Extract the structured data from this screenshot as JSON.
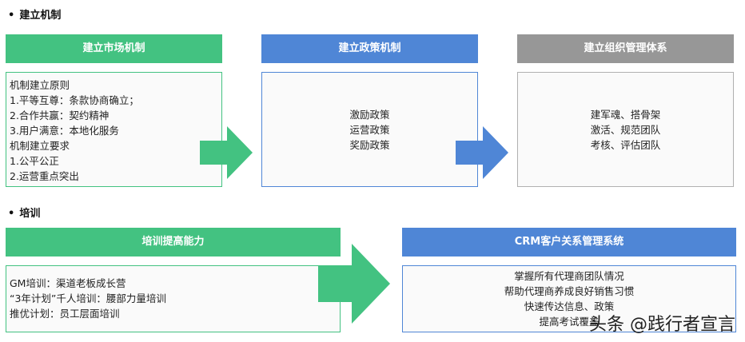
{
  "sections": [
    {
      "title": "建立机制"
    },
    {
      "title": "培训"
    }
  ],
  "cards": {
    "market": {
      "header": "建立市场机制",
      "lines": [
        "机制建立原则",
        "1.平等互尊：条款协商确立；",
        "2.合作共赢：契约精神",
        "3.用户满意：本地化服务",
        "机制建立要求",
        "1.公平公正",
        "2.运营重点突出"
      ]
    },
    "policy": {
      "header": "建立政策机制",
      "lines": [
        "激励政策",
        "运营政策",
        "奖励政策"
      ]
    },
    "org": {
      "header": "建立组织管理体系",
      "lines": [
        "建军魂、搭骨架",
        "激活、规范团队",
        "考核、评估团队"
      ]
    },
    "training": {
      "header": "培训提高能力",
      "lines": [
        "GM培训：渠道老板成长营",
        "“3年计划”千人培训：腰部力量培训",
        "推优计划：员工层面培训"
      ]
    },
    "crm": {
      "header": "CRM客户关系管理系统",
      "lines": [
        "掌握所有代理商团队情况",
        "帮助代理商养成良好销售习惯",
        "快速传达信息、政策",
        "提高考试覆盖"
      ]
    }
  },
  "watermark": "头条 @践行者宣言",
  "colors": {
    "green": "#43c281",
    "blue": "#4f86d6",
    "gray": "#979797"
  }
}
